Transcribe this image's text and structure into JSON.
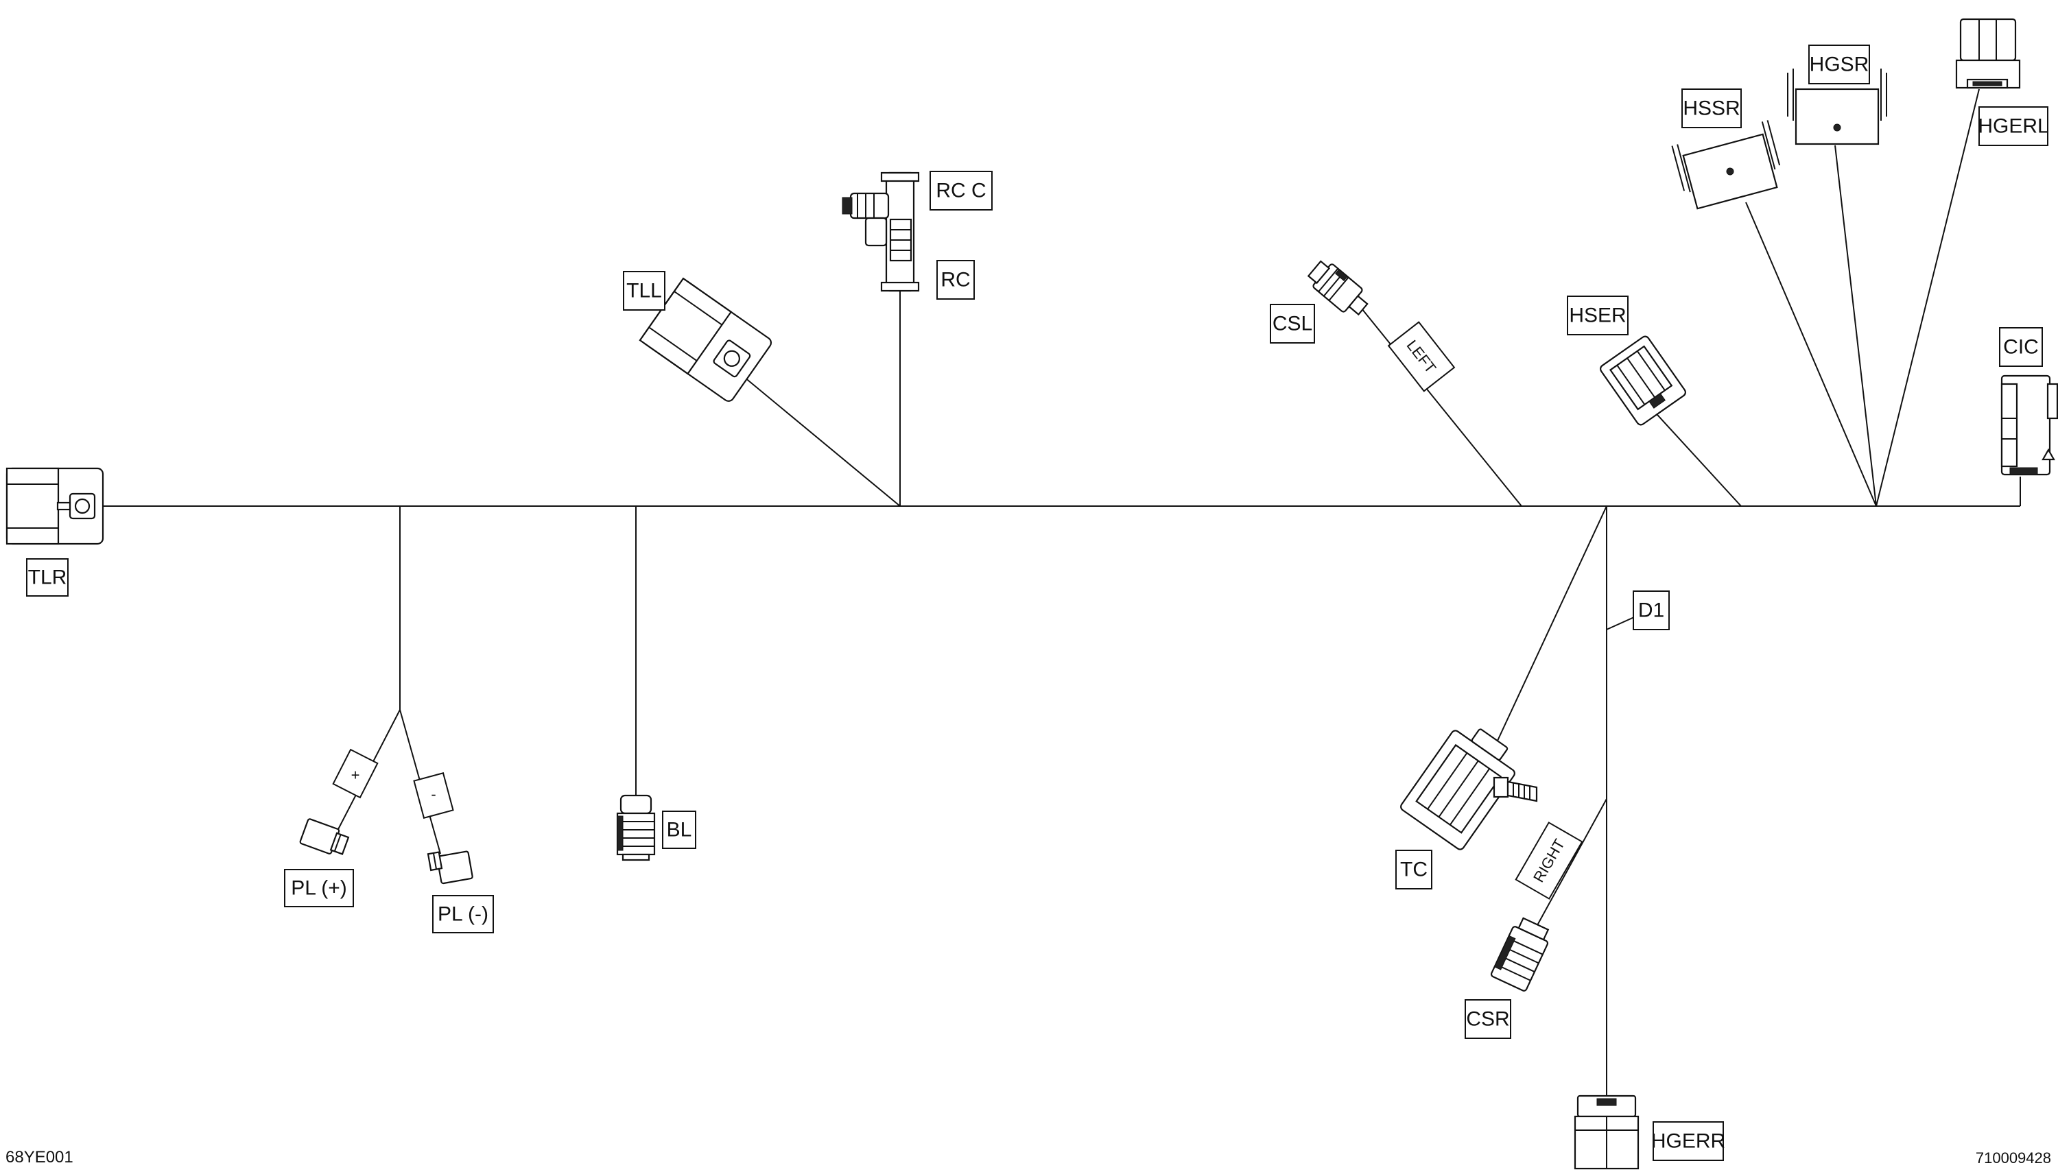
{
  "labels": {
    "TLR": "TLR",
    "PL_pos": "PL (+)",
    "PL_neg": "PL (-)",
    "plus": "+",
    "minus": "-",
    "BL": "BL",
    "TLL": "TLL",
    "RCC": "RC  C",
    "RC": "RC",
    "CSL": "CSL",
    "LEFT": "LEFT",
    "HSER": "HSER",
    "HSSR": "HSSR",
    "HGSR": "HGSR",
    "HGERL": "HGERL",
    "CIC": "CIC",
    "D1": "D1",
    "TC": "TC",
    "RIGHT": "RIGHT",
    "CSR": "CSR",
    "HGERR": "HGERR"
  },
  "footer": {
    "left_code": "68YE001",
    "right_code": "710009428"
  }
}
